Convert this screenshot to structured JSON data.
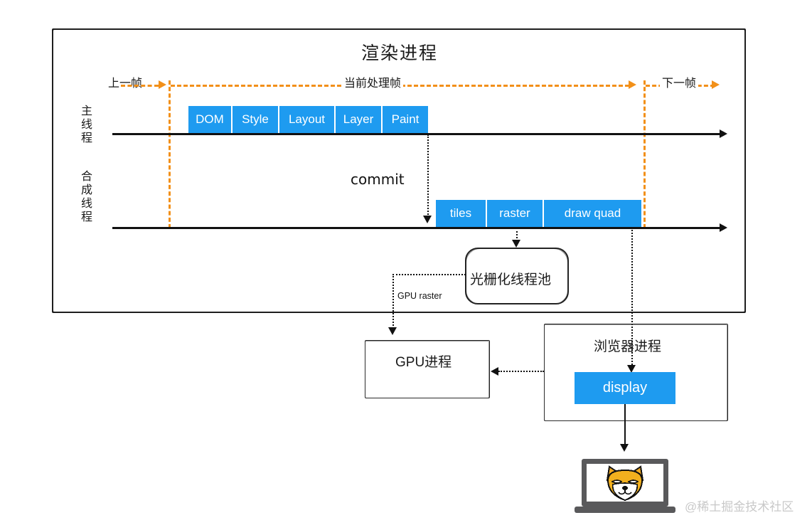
{
  "diagram": {
    "renderer_process": {
      "title": "渲染进程",
      "frame_labels": {
        "previous": "上一帧",
        "current": "当前处理帧",
        "next": "下一帧"
      },
      "threads": [
        {
          "name": "main-thread",
          "label": "主线程"
        },
        {
          "name": "compositor-thread",
          "label": "合成线程"
        }
      ],
      "main_thread_phases": [
        "DOM",
        "Style",
        "Layout",
        "Layer",
        "Paint"
      ],
      "commit_label": "commit",
      "compositor_phases": [
        "tiles",
        "raster",
        "draw quad"
      ],
      "raster_thread_pool": "光栅化线程池",
      "gpu_raster_label": "GPU raster"
    },
    "gpu_process": {
      "title": "GPU进程"
    },
    "browser_process": {
      "title": "浏览器进程",
      "display_label": "display"
    },
    "device": {
      "icon": "laptop-icon",
      "avatar": "shiba-dog-icon"
    },
    "watermark": "@稀土掘金技术社区"
  },
  "colors": {
    "blue": "#1E9BF0",
    "orange": "#F29019",
    "ink": "#111111",
    "laptop_gray": "#59595B",
    "watermark_gray": "#C9C9C9"
  }
}
